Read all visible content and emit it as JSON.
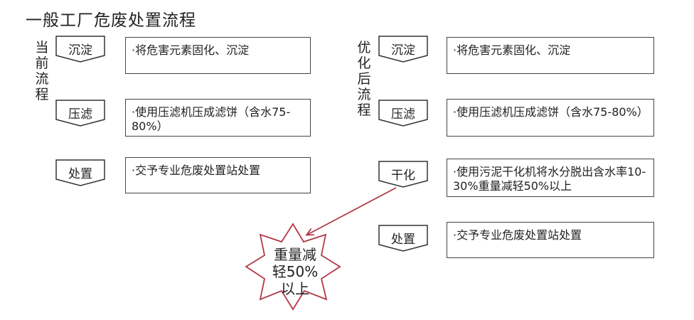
{
  "title": "一般工厂危废处置流程",
  "current_label": "当前流程",
  "optimized_label": "优化后流程",
  "current_steps": [
    {
      "name": "沉淀",
      "desc": "·将危害元素固化、沉淀"
    },
    {
      "name": "压滤",
      "desc": "·使用压滤机压成滤饼（含水75-80%）"
    },
    {
      "name": "处置",
      "desc": "·交予专业危废处置站处置"
    }
  ],
  "optimized_steps": [
    {
      "name": "沉淀",
      "desc": "·将危害元素固化、沉淀"
    },
    {
      "name": "压滤",
      "desc": "·使用压滤机压成滤饼（含水75-80%）"
    },
    {
      "name": "干化",
      "desc": "·使用污泥干化机将水分脱出含水率10-30%重量减轻50%以上"
    },
    {
      "name": "处置",
      "desc": "·交予专业危废处置站处置"
    }
  ],
  "callout": "重量减\n轻50%\n以上",
  "colors": {
    "arrow": "#b03a48",
    "star_border": "#b03a48",
    "box_border": "#444444"
  }
}
